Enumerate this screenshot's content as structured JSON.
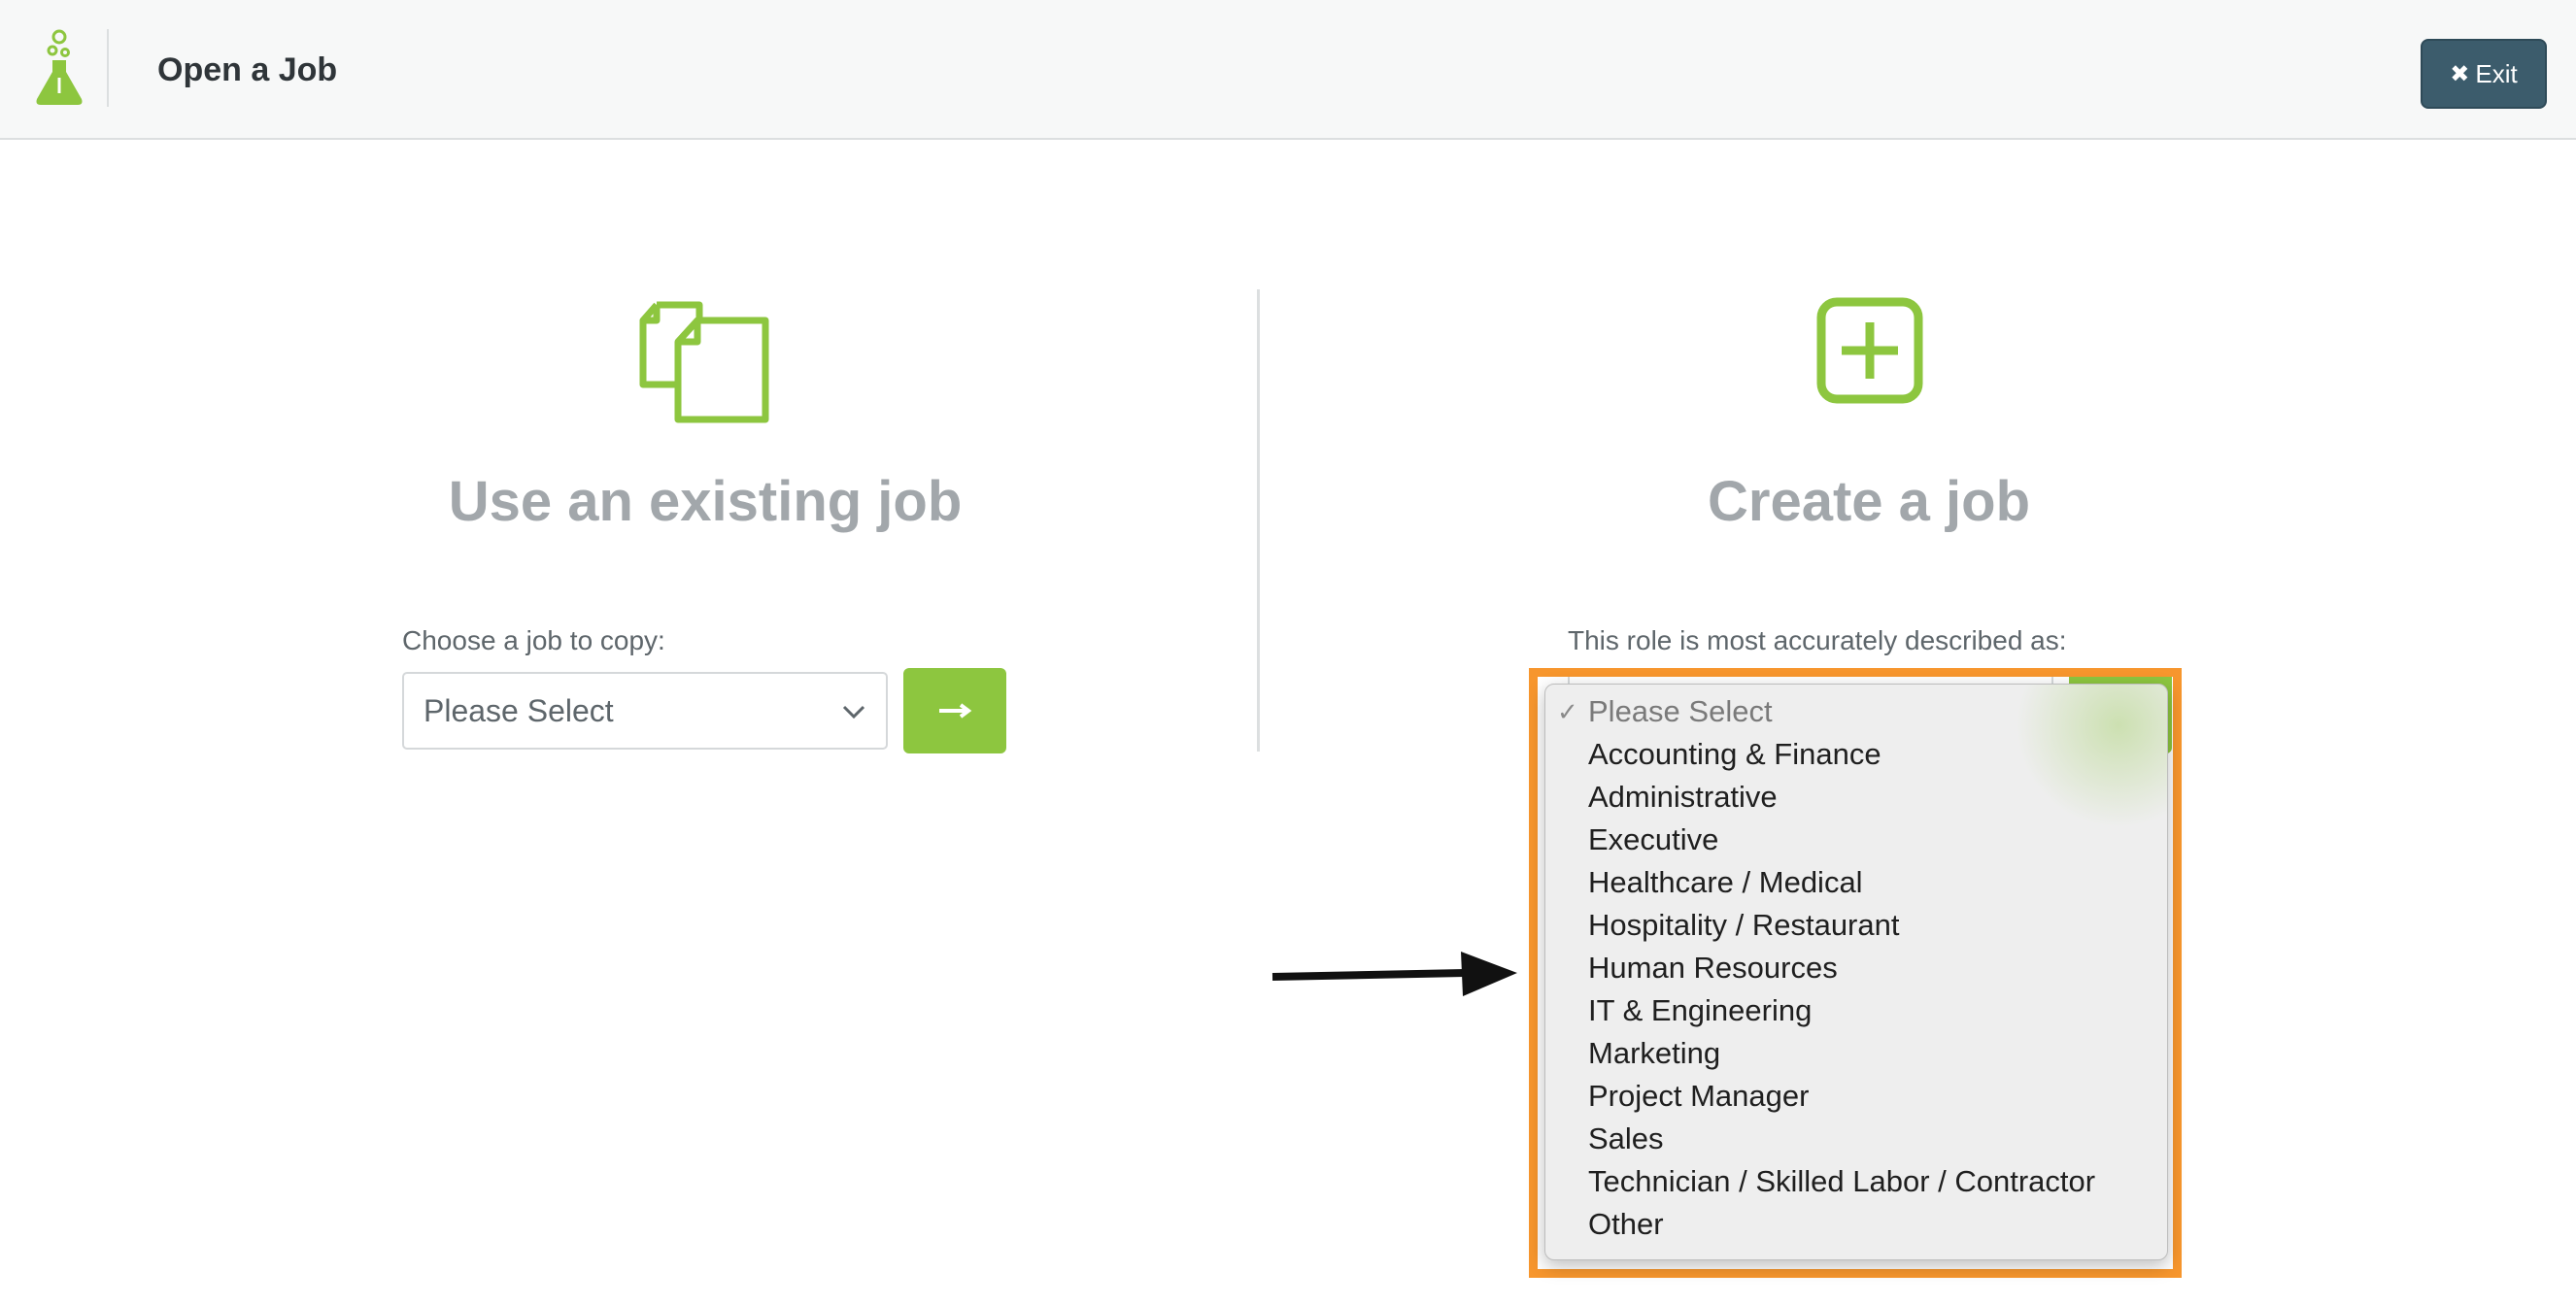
{
  "header": {
    "title": "Open a Job",
    "exit_label": "Exit"
  },
  "left_panel": {
    "heading": "Use an existing job",
    "label": "Choose a job to copy:",
    "select_value": "Please Select"
  },
  "right_panel": {
    "heading": "Create a job",
    "label": "This role is most accurately described as:"
  },
  "dropdown": {
    "options": [
      "Please Select",
      "Accounting & Finance",
      "Administrative",
      "Executive",
      "Healthcare / Medical",
      "Hospitality / Restaurant",
      "Human Resources",
      "IT & Engineering",
      "Marketing",
      "Project Manager",
      "Sales",
      "Technician / Skilled Labor / Contractor",
      "Other"
    ],
    "checkmark": "✓"
  },
  "colors": {
    "brand_green": "#8dc63f",
    "exit_button": "#3c5c6c",
    "highlight": "#f7962d",
    "heading_gray": "#a2a7ab"
  }
}
